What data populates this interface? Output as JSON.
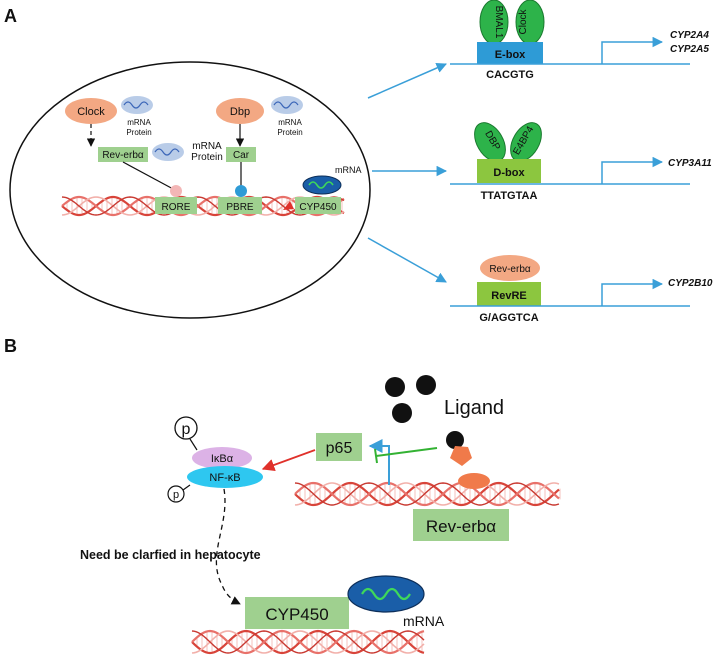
{
  "panel_a": {
    "label": "A",
    "oval": {
      "clock": "Clock",
      "dbp": "Dbp",
      "mrna": "mRNA",
      "protein": "Protein",
      "rev_erba": "Rev-erbα",
      "car": "Car",
      "rore": "RORE",
      "pbre": "PBRE",
      "cyp450": "CYP450",
      "mrna_label": "mRNA"
    },
    "ebox": {
      "factor1": "BMAL1",
      "factor2": "Clock",
      "box": "E-box",
      "sequence": "CACGTG",
      "gene1": "CYP2A4",
      "gene2": "CYP2A5"
    },
    "dbox": {
      "factor1": "DBP",
      "factor2": "E4BP4",
      "box": "D-box",
      "sequence": "TTATGTAA",
      "gene": "CYP3A11"
    },
    "revre": {
      "factor": "Rev-erbα",
      "box": "RevRE",
      "sequence": "G/AGGTCA",
      "gene": "CYP2B10"
    }
  },
  "panel_b": {
    "label": "B",
    "ligand": "Ligand",
    "p65": "p65",
    "p_large": "p",
    "p_small": "p",
    "ikba": "IκBα",
    "nfkb": "NF-κB",
    "rev_erba": "Rev-erbα",
    "note": "Need be clarfied in hepatocyte",
    "cyp450": "CYP450",
    "mrna": "mRNA"
  },
  "colors": {
    "arrow_blue": "#3a9fd8",
    "box_green": "#9fd08f",
    "dna_red": "#d8443a",
    "factor_green": "#2db34a",
    "dbox_green": "#8cc63f",
    "ebox_blue": "#2e9bd6",
    "salmon": "#f3a883",
    "nfkb_cyan": "#2ec7f0",
    "ikba_purple": "#dcb2e6",
    "red_arrow": "#e0312b",
    "inhibit_green": "#33b233",
    "navy": "#1a5ea8"
  }
}
